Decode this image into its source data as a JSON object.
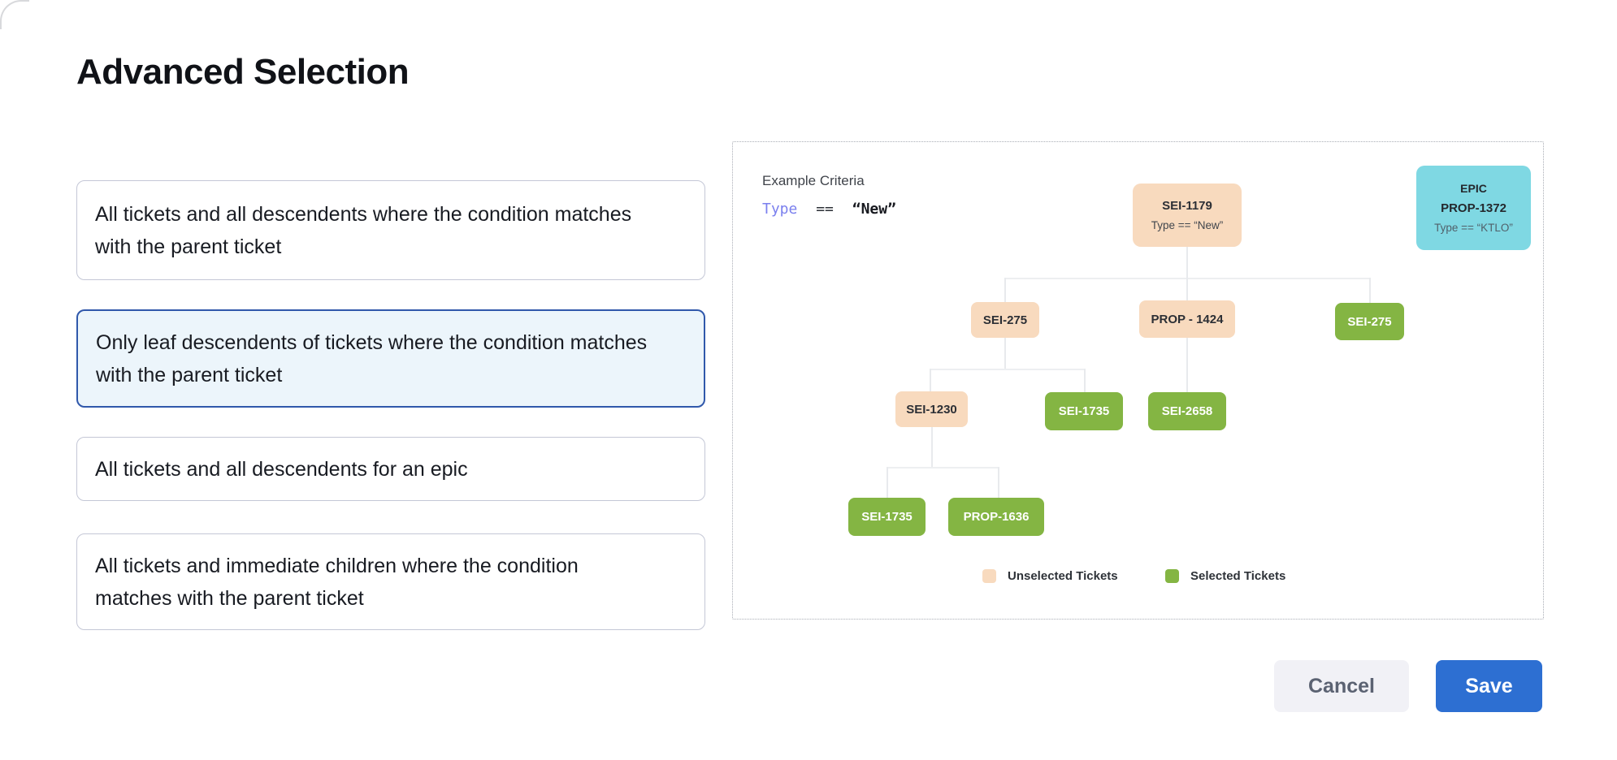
{
  "title": "Advanced Selection",
  "options": [
    {
      "text": "All tickets and all descendents where the condition matches with the parent ticket",
      "selected": false
    },
    {
      "text": "Only leaf descendents of tickets where the condition matches with the parent ticket",
      "selected": true
    },
    {
      "text": "All tickets and all descendents for an epic",
      "selected": false
    },
    {
      "text": "All tickets and immediate children where the condition matches with the parent ticket",
      "selected": false
    }
  ],
  "example": {
    "label": "Example Criteria",
    "field": "Type",
    "operator": "==",
    "value": "“New”"
  },
  "epic_card": {
    "type_label": "EPIC",
    "id": "PROP-1372",
    "criteria": "Type == “KTLO”"
  },
  "tree": {
    "nodes": [
      {
        "id": "SEI-1179",
        "criteria": "Type == “New”",
        "state": "unselected"
      },
      {
        "id": "SEI-275",
        "state": "unselected"
      },
      {
        "id": "PROP - 1424",
        "state": "unselected"
      },
      {
        "id": "SEI-275",
        "state": "selected"
      },
      {
        "id": "SEI-1230",
        "state": "unselected"
      },
      {
        "id": "SEI-1735",
        "state": "selected"
      },
      {
        "id": "SEI-2658",
        "state": "selected"
      },
      {
        "id": "SEI-1735",
        "state": "selected"
      },
      {
        "id": "PROP-1636",
        "state": "selected"
      }
    ]
  },
  "legend": [
    {
      "label": "Unselected Tickets",
      "color": "#F8DABE"
    },
    {
      "label": "Selected Tickets",
      "color": "#84B543"
    }
  ],
  "actions": {
    "cancel": "Cancel",
    "save": "Save"
  },
  "colors": {
    "unselected_ticket": "#F8DABE",
    "selected_ticket": "#84B543",
    "epic_ticket": "#7FD8E3",
    "selected_option_border": "#3058AB",
    "selected_option_bg": "#ECF5FB",
    "save_button": "#2D6FD2",
    "criteria_field": "#7B80EE"
  }
}
